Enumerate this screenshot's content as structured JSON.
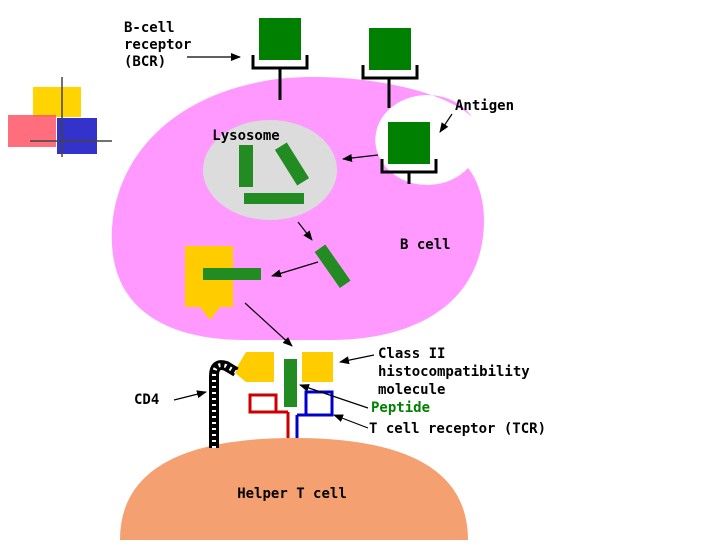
{
  "labels": {
    "bcr_line1": "B-cell",
    "bcr_line2": "receptor",
    "bcr_line3": "(BCR)",
    "antigen": "Antigen",
    "lysosome": "Lysosome",
    "b_cell": "B cell",
    "mhc_line1": "Class II",
    "mhc_line2": "histocompatibility",
    "mhc_line3": "molecule",
    "peptide": "Peptide",
    "tcr": "T cell receptor (TCR)",
    "cd4": "CD4",
    "helper_t_cell": "Helper T cell"
  },
  "colors": {
    "b_cell": "#ff99ff",
    "lysosome": "#dcdcdc",
    "antigen": "#008000",
    "peptide_fragment": "#228b22",
    "mhc": "#ffcc00",
    "tcr_alpha": "#cc0000",
    "tcr_beta": "#0000cc",
    "helper_t_cell": "#f4a070",
    "peptide_text": "#008000",
    "label_text": "#000000"
  }
}
